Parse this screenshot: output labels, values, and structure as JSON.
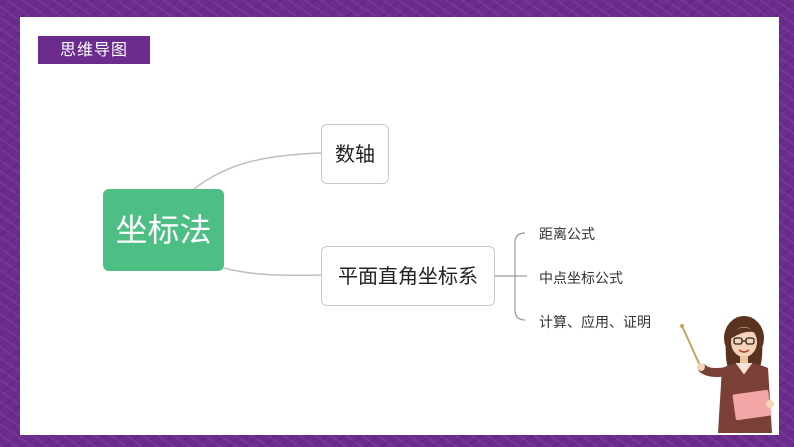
{
  "slide": {
    "title": "思维导图"
  },
  "mindmap": {
    "root": "坐标法",
    "branches": [
      {
        "label": "数轴",
        "children": []
      },
      {
        "label": "平面直角坐标系",
        "children": [
          "距离公式",
          "中点坐标公式",
          "计算、应用、证明"
        ]
      }
    ]
  },
  "colors": {
    "frame": "#6b2c8e",
    "root": "#4dbf85",
    "connector": "#bfbfbf"
  },
  "illustration": {
    "icon": "teacher-with-pointer-icon"
  }
}
